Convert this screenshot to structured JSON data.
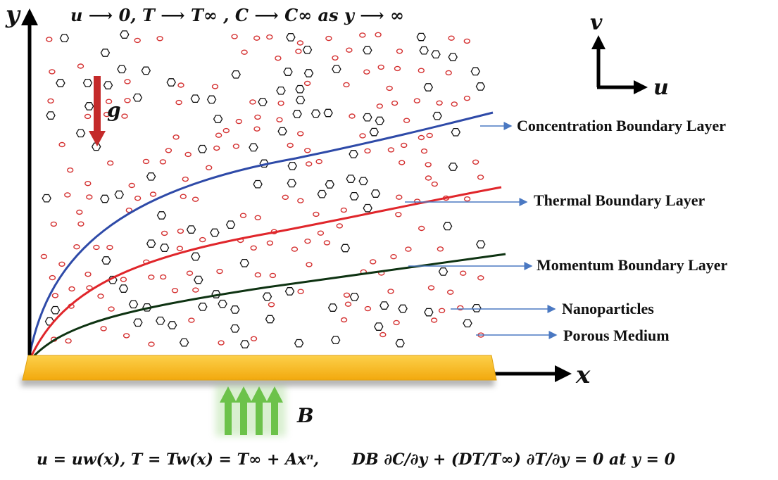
{
  "top_condition": "u ⟶ 0,  T ⟶ T∞ ,  C ⟶ C∞ as  y ⟶ ∞",
  "axes": {
    "y_label": "y",
    "x_label": "x"
  },
  "direction_key": {
    "v_label": "v",
    "u_label": "u"
  },
  "gravity_label": "g",
  "magnetic_label": "B",
  "layers": [
    {
      "label": "Concentration Boundary Layer",
      "color": "#2e4aa8"
    },
    {
      "label": "Thermal Boundary Layer",
      "color": "#e0262b"
    },
    {
      "label": "Momentum Boundary Layer",
      "color": "#0e3312"
    }
  ],
  "legend": {
    "nanoparticles": "Nanoparticles",
    "porous": "Porous Medium"
  },
  "colors": {
    "plate": "#f6b81a",
    "gravity_arrow": "#c42a2a",
    "field_arrows": "#6cc24a",
    "pointer": "#4a78c2",
    "nanoparticle": "#d43030",
    "porous": "#111111"
  },
  "bottom_condition": {
    "part1": "u = uw(x),  T = Tw(x) = T∞ + Axⁿ,",
    "part2": "DB ∂C/∂y + (DT/T∞) ∂T/∂y = 0 at y = 0"
  }
}
